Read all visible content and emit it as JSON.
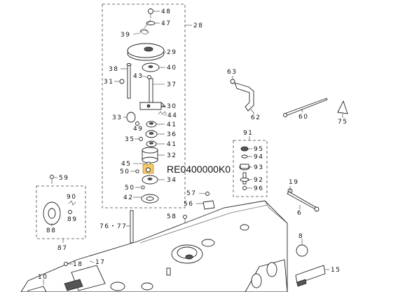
{
  "highlight": {
    "code": "RE0400000K0",
    "color": "#f4c96a"
  },
  "labels": {
    "l48": "48",
    "l47": "47",
    "l28": "28",
    "l39": "39",
    "l29": "29",
    "l38": "38",
    "l40": "40",
    "l43": "43",
    "l31": "31",
    "l37": "37",
    "l30": "30",
    "l44": "44",
    "l33": "33",
    "l41a": "41",
    "l49": "49",
    "l36": "36",
    "l35": "35",
    "l41b": "41",
    "l32": "32",
    "l45": "45",
    "l50a": "50",
    "l34": "34",
    "l50b": "50",
    "l42": "42",
    "l63": "63",
    "l62": "62",
    "l60": "60",
    "l75": "75",
    "l91": "91",
    "l95": "95",
    "l94": "94",
    "l93": "93",
    "l92": "92",
    "l96": "96",
    "l59": "59",
    "l90": "90",
    "l89": "89",
    "l88": "88",
    "l87": "87",
    "l57": "57",
    "l56": "56",
    "l58": "58",
    "l7677": "76・77",
    "l19": "19",
    "l6": "6",
    "l8": "8",
    "l15": "15",
    "l18": "18",
    "l17": "17",
    "l10": "10"
  }
}
